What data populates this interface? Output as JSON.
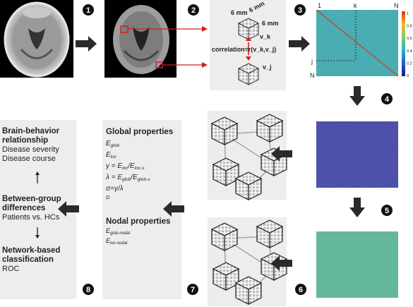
{
  "step_numbers": [
    "1",
    "2",
    "3",
    "4",
    "5",
    "6",
    "7",
    "8"
  ],
  "voxel_box": {
    "dim_a": "6 mm",
    "dim_b": "6 mm",
    "dim_c": "6 mm",
    "v_k": "v_k",
    "correlation": "correlation=r(v_k,v_j)",
    "v_j": "v_j"
  },
  "matrix": {
    "top_left": "1",
    "top_mid": "k",
    "top_right": "N",
    "side_j": "j",
    "side_n": "N",
    "colorbar_ticks": [
      "1",
      "0.8",
      "0.6",
      "0.4",
      "0.2",
      "0"
    ]
  },
  "global": {
    "title": "Global properties",
    "items": [
      "E_glob",
      "E_loc",
      "γ = E_loc/E_loc-s",
      "λ = E_glob/E_glob-s",
      "σ=γ/λ",
      "Ω"
    ]
  },
  "nodal": {
    "title": "Nodal properties",
    "items": [
      "E_glob-nodal",
      "E_loc-nodal"
    ]
  },
  "panel8": {
    "brain_title_1": "Brain-behavior",
    "brain_title_2": "relationship",
    "brain_line_1": "Disease severity",
    "brain_line_2": "Disease course",
    "between_title_1": "Between-group",
    "between_title_2": "differences",
    "between_line_1": "Patients vs. HCs",
    "net_title_1": "Network-based",
    "net_title_2": "classification",
    "net_line_1": "ROC"
  },
  "colors": {
    "panel_bg": "#efedeb",
    "arrow": "#2a2a2a",
    "red": "#d21e1e",
    "matrix_base": "#3aa0a8",
    "matrix_blue": "#2a2f8c",
    "matrix_green": "#56b08f"
  }
}
